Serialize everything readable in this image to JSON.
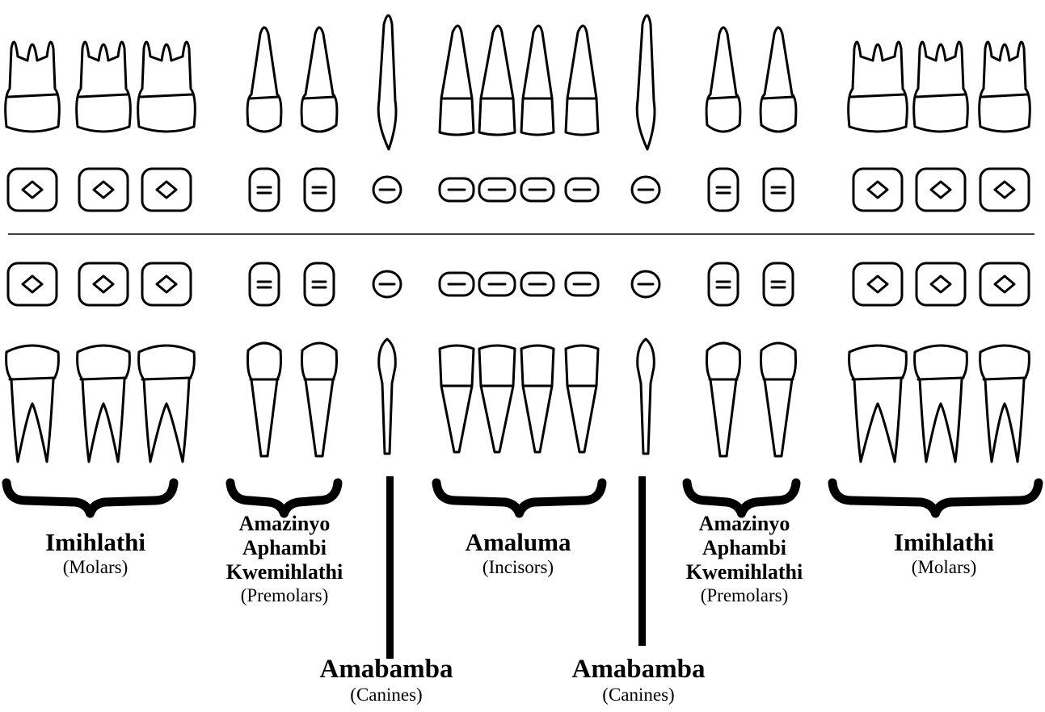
{
  "groups": [
    {
      "key": "molars_left",
      "name_lines": [
        "Imihlathi"
      ],
      "sub": "(Molars)"
    },
    {
      "key": "premolars_left",
      "name_lines": [
        "Amazinyo",
        "Aphambi",
        "Kwemihlathi"
      ],
      "sub": "(Premolars)"
    },
    {
      "key": "incisors",
      "name_lines": [
        "Amaluma"
      ],
      "sub": "(Incisors)"
    },
    {
      "key": "premolars_right",
      "name_lines": [
        "Amazinyo",
        "Aphambi",
        "Kwemihlathi"
      ],
      "sub": "(Premolars)"
    },
    {
      "key": "molars_right",
      "name_lines": [
        "Imihlathi"
      ],
      "sub": "(Molars)"
    },
    {
      "key": "canine_left",
      "name_lines": [
        "Amabamba"
      ],
      "sub": "(Canines)"
    },
    {
      "key": "canine_right",
      "name_lines": [
        "Amabamba"
      ],
      "sub": "(Canines)"
    }
  ],
  "teeth": {
    "upper": [
      "molar",
      "molar",
      "molar",
      "premolar",
      "premolar",
      "canine",
      "incisor",
      "incisor",
      "incisor",
      "incisor",
      "canine",
      "premolar",
      "premolar",
      "molar",
      "molar",
      "molar"
    ],
    "lower": [
      "molar",
      "molar",
      "molar",
      "premolar",
      "premolar",
      "canine",
      "incisor",
      "incisor",
      "incisor",
      "incisor",
      "canine",
      "premolar",
      "premolar",
      "molar",
      "molar",
      "molar"
    ]
  },
  "colors": {
    "ink": "#000000",
    "background": "#ffffff"
  }
}
